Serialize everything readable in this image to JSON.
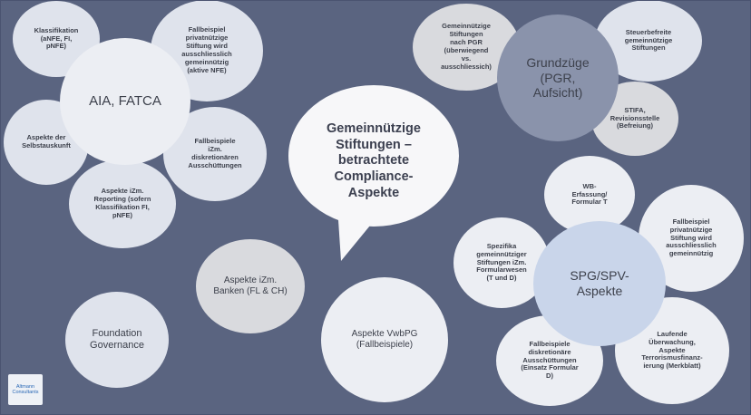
{
  "center": {
    "title": "Gemeinnützige\nStiftungen –\nbetrachtete\nCompliance-\nAspekte"
  },
  "aia_cluster": {
    "hub": "AIA, FATCA",
    "classification": "Klassifikation\n(aNFE, FI,\npNFE)",
    "private_case": "Fallbeispiel\nprivatnützige\nStiftung wird\nausschliesslich\ngemeinnützig\n(aktive NFE)",
    "self_disclosure": "Aspekte der\nSelbstauskunft",
    "discretionary": "Fallbeispiele\niZm.\ndiskretionären\nAusschüttungen",
    "reporting": "Aspekte iZm.\nReporting (sofern\nKlassifikation FI,\npNFE)"
  },
  "pgr_cluster": {
    "hub": "Grundzüge\n(PGR,\nAufsicht)",
    "pgr_foundations": "Gemeinnützige\nStiftungen\nnach PGR\n(überwiegend\nvs.\nausschliessich)",
    "tax_exempt": "Steuerbefreite\ngemeinnützige\nStiftungen",
    "stifa": "STIFA,\nRevisionsstelle\n(Befreiung)"
  },
  "spg_cluster": {
    "hub": "SPG/SPV-\nAspekte",
    "wb": "WB-\nErfassung/\nFormular T",
    "specifics": "Spezifika\ngemeinnütziger\nStiftungen iZm.\nFormularwesen\n(T und D)",
    "private_case": "Fallbeispiel\nprivatnützige\nStiftung wird\nausschliesslich\ngemeinnützig",
    "discretionary": "Fallbeispiele\ndiskretionäre\nAusschüttungen\n(Einsatz Formular\nD)",
    "monitoring": "Laufende\nÜberwachung,\nAspekte\nTerrorismusfinanz-\nierung (Merkblatt)"
  },
  "standalone": {
    "banks": "Aspekte iZm.\nBanken (FL & CH)",
    "vwbpg": "Aspekte VwbPG\n(Fallbeispiele)",
    "governance": "Foundation\nGovernance"
  },
  "logo": {
    "text": "Altmann\nConsultants"
  },
  "colors": {
    "background": "#5a6480",
    "accent_hub": "#8a93ab",
    "bubble_light": "#dfe3ec",
    "text": "#3b3f4a"
  }
}
